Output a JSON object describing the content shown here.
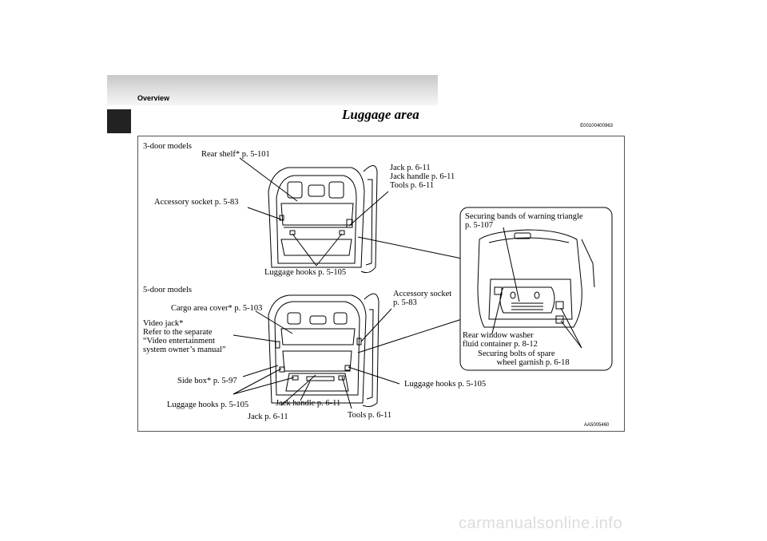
{
  "header": {
    "section": "Overview",
    "title": "Luggage area",
    "code": "E00100400963"
  },
  "figure": {
    "three_door": {
      "heading": "3-door models",
      "rear_shelf": "Rear shelf* p. 5-101",
      "jack_group": "Jack p. 6-11\nJack handle p. 6-11\nTools p. 6-11",
      "accessory_socket": "Accessory socket p. 5-83",
      "luggage_hooks": "Luggage hooks p. 5-105"
    },
    "five_door": {
      "heading": "5-door models",
      "cargo_cover": "Cargo area cover* p. 5-103",
      "video_jack": "Video jack*\nRefer to the separate\n“Video entertainment\nsystem owner’s manual”",
      "accessory_socket": "Accessory socket\np. 5-83",
      "side_box": "Side box* p. 5-97",
      "luggage_hooks_left": "Luggage hooks p. 5-105",
      "luggage_hooks_right": "Luggage hooks p. 5-105",
      "jack_handle": "Jack handle p. 6-11",
      "jack": "Jack p. 6-11",
      "tools": "Tools p. 6-11"
    },
    "inset": {
      "securing_bands": "Securing bands of warning triangle\np. 5-107",
      "washer": "Rear window washer\nfluid container p. 8-12",
      "securing_bolts": "Securing bolts of spare\n         wheel garnish p. 6-18"
    },
    "figure_code": "AA5005460"
  },
  "watermark": "carmanualsonline.info"
}
